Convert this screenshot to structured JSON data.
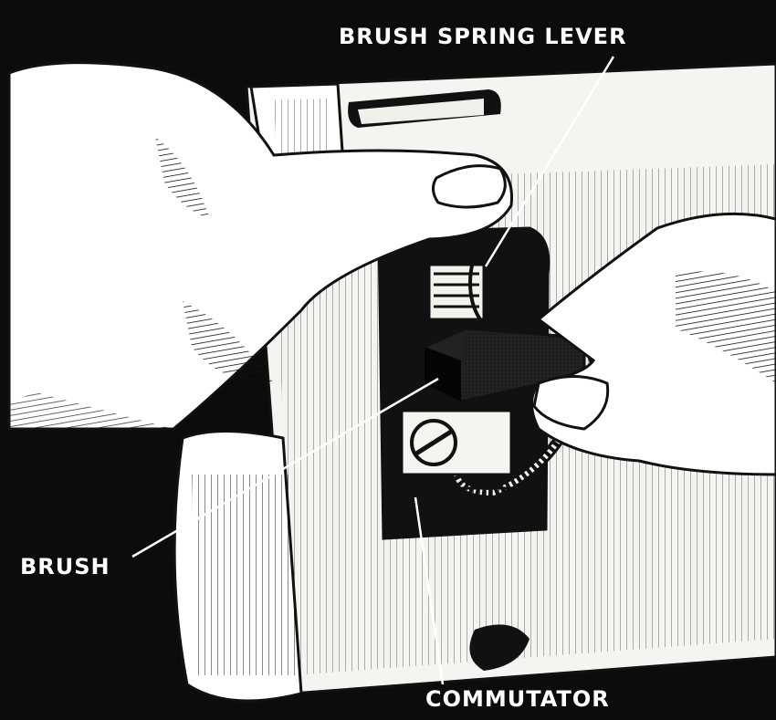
{
  "labels": {
    "brush_spring_lever": "BRUSH SPRING LEVER",
    "brush": "BRUSH",
    "commutator": "COMMUTATOR"
  },
  "colors": {
    "ink": "#111111",
    "paper": "#fdfdfb",
    "label_text": "#ffffff"
  }
}
